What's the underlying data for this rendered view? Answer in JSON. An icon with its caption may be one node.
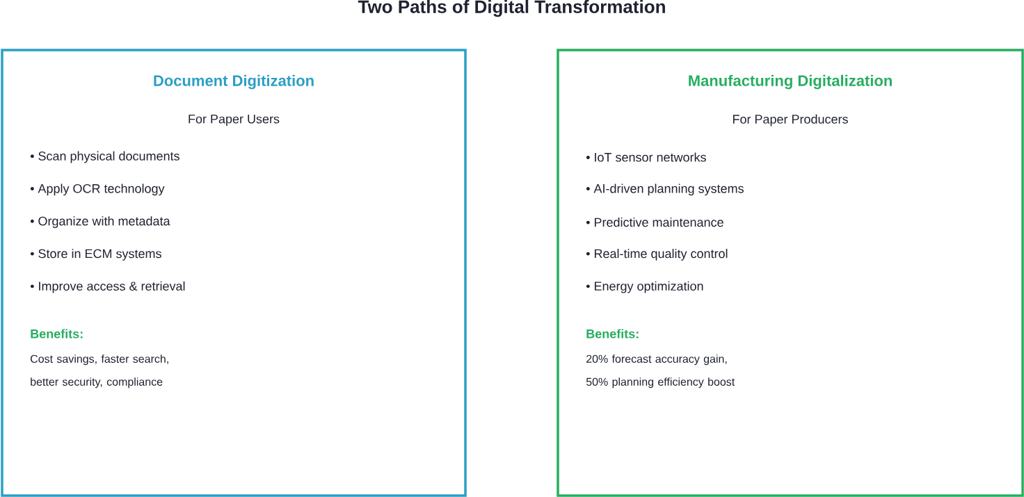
{
  "diagram": {
    "title": "Two Paths of Digital Transformation",
    "nodes": [
      {
        "text": [
          "Document Digitization",
          "For Paper Users",
          "• Scan physical documents",
          "• Apply OCR technology",
          "• Organize with metadata",
          "• Store in ECM systems",
          "• Improve access & retrieval",
          "Benefits:",
          "Cost savings, faster search, better security, compliance"
        ]
      },
      {
        "text": [
          "Manufacturing Digitalization",
          "For Paper Producers",
          "• IoT sensor networks",
          "• AI-driven planning systems",
          "• Predictive maintenance",
          "• Real-time quality control",
          "• Energy optimization",
          "Benefits:",
          "20% forecast accuracy gain, 50% planning efficiency boost"
        ]
      }
    ]
  }
}
